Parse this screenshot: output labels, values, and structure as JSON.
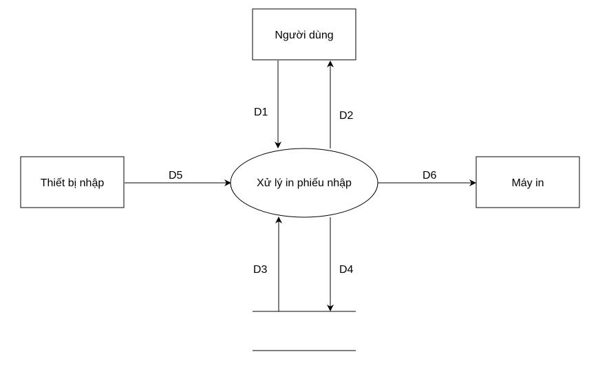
{
  "nodes": {
    "user": "Người dùng",
    "input_device": "Thiết bị nhập",
    "process": "Xử lý in phiếu nhập",
    "printer": "Máy in"
  },
  "flows": {
    "d1": "D1",
    "d2": "D2",
    "d3": "D3",
    "d4": "D4",
    "d5": "D5",
    "d6": "D6"
  }
}
